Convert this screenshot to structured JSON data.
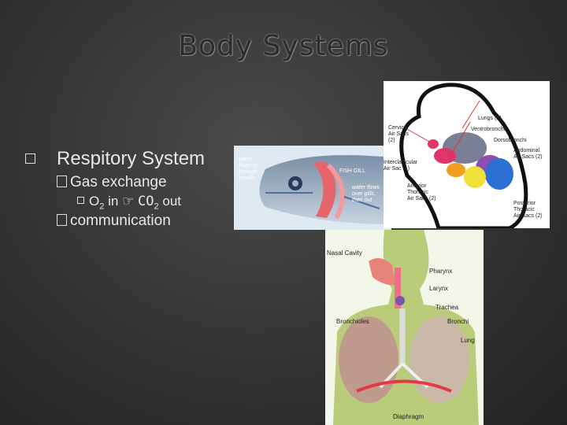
{
  "slide": {
    "title": "Body Systems",
    "bullet1": "Respitory System",
    "bullet2": "Gas exchange",
    "bullet3_o2": "O",
    "bullet3_o2_sub": "2",
    "bullet3_in": "in",
    "bullet3_co2": "CO",
    "bullet3_co2_sub": "2",
    "bullet3_out": "out",
    "bullet4": "communication"
  },
  "fish": {
    "water_in": [
      "water",
      "flows in",
      "through",
      "mouth"
    ],
    "gill": "FISH GILL",
    "water_out": [
      "water flows",
      "over gills,",
      "then out"
    ]
  },
  "bird": {
    "lungs": "Lungs (2)",
    "ventrobronchi": "Ventrobronchi",
    "cervical": [
      "Cervical",
      "Air Sacs",
      "(2)"
    ],
    "dorsobronchi": "Dorsobronchi",
    "abdominal": [
      "Abdominal",
      "Air Sacs (2)"
    ],
    "interclavicular": [
      "Interclavicular",
      "Air Sac (1)"
    ],
    "anterior": [
      "Anterior",
      "Thoracic",
      "Air Sacs (2)"
    ],
    "posterior": [
      "Posterior",
      "Thoracic",
      "Air Sacs (2)"
    ]
  },
  "human": {
    "nasal_cavity": "Nasal Cavity",
    "pharynx": "Pharynx",
    "larynx": "Larynx",
    "trachea": "Trachea",
    "bronchioles": "Bronchioles",
    "bronchi": "Bronchi",
    "lung": "Lung",
    "diaphragm": "Diaphragm"
  }
}
